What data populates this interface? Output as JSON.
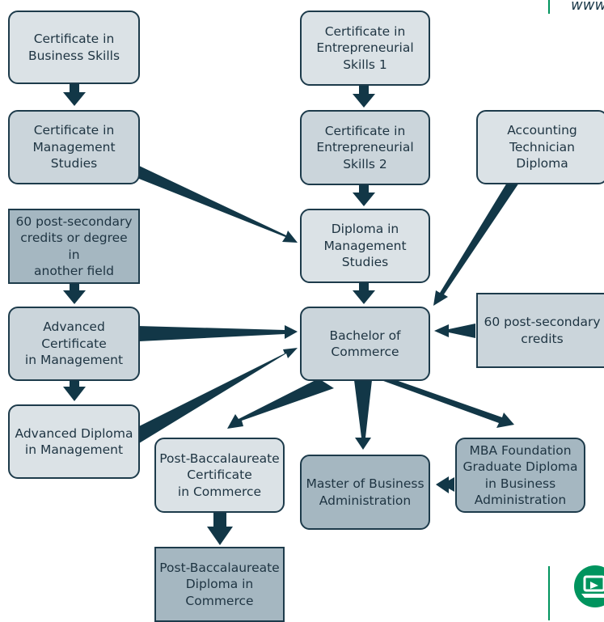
{
  "header": {
    "url_fragment": "www"
  },
  "nodes": {
    "cert_business_skills": "Certificate in\nBusiness Skills",
    "cert_management_studies": "Certificate in\nManagement\nStudies",
    "post_secondary_60_degree": "60 post-secondary\ncredits or degree in\nanother field",
    "adv_cert_management": "Advanced Certificate\nin Management",
    "adv_diploma_management": "Advanced Diploma\nin Management",
    "cert_entrepreneurial_1": "Certificate in\nEntrepreneurial\nSkills 1",
    "cert_entrepreneurial_2": "Certificate in\nEntrepreneurial\nSkills 2",
    "diploma_management_studies": "Diploma in\nManagement\nStudies",
    "bachelor_commerce": "Bachelor of\nCommerce",
    "accounting_technician": "Accounting\nTechnician\nDiploma",
    "post_secondary_60": "60 post-secondary\ncredits",
    "post_bacc_cert": "Post-Baccalaureate\nCertificate\nin Commerce",
    "post_bacc_diploma": "Post-Baccalaureate\nDiploma in\nCommerce",
    "master_business_admin": "Master of Business\nAdministration",
    "mba_foundation": "MBA Foundation\nGraduate Diploma\nin Business\nAdministration"
  },
  "colors": {
    "arrow": "#123747",
    "box_border": "#1d3b4b",
    "box_light": "#dbe2e6",
    "box_mid": "#cbd5db",
    "box_dark": "#a5b7c1",
    "accent_green": "#00945e"
  },
  "icons": [
    "laptop-icon"
  ]
}
